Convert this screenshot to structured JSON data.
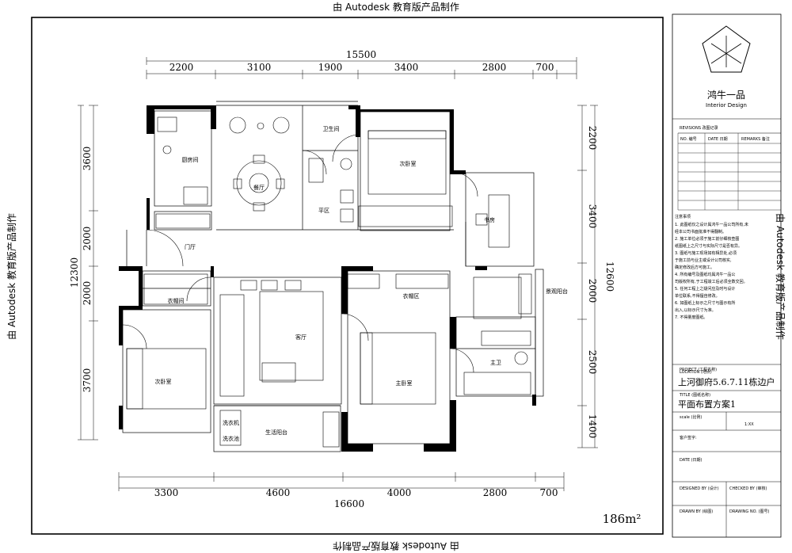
{
  "watermark": "由 Autodesk 教育版产品制作",
  "dimensions": {
    "top_total": "15500",
    "top": [
      "2200",
      "3100",
      "1900",
      "3400",
      "2800",
      "700"
    ],
    "bottom_total": "16600",
    "bottom": [
      "3300",
      "4600",
      "4000",
      "2800",
      "700"
    ],
    "left_total": "12300",
    "left": [
      "3600",
      "2000",
      "2000",
      "3700"
    ],
    "right_total": "12600",
    "right": [
      "2200",
      "3400",
      "2000",
      "2500",
      "1400"
    ]
  },
  "rooms": {
    "kitchen": "厨房间",
    "dining": "餐厅",
    "bathroom1": "卫生间",
    "bedroom_ne": "次卧室",
    "study": "书房",
    "platform": "平区",
    "foyer": "门厅",
    "cloakroom_w": "衣帽间",
    "bedroom_sw": "次卧室",
    "living": "客厅",
    "balcony": "生活阳台",
    "wardrobe_area": "衣帽区",
    "master": "主卧室",
    "master_bath": "主卫",
    "view_balcony": "景观阳台",
    "laundry1": "洗衣机",
    "laundry2": "洗衣池"
  },
  "area": "186m²",
  "title_block": {
    "company": "鸿牛一品",
    "company_en": "Interior Design",
    "revisions_header": "REVISIONS 改图记录",
    "rev_cols": [
      "NO. 编号",
      "DATE 日期",
      "REMARKS 备注"
    ],
    "notes_header": "注意事项",
    "notes": [
      "1. 此图纸仅之设计属鸿牛一品公司所有,未",
      "经本公司书面批准不得翻制。",
      "2. 施工单位必须于施工前仔细核查图",
      "纸图纸上之尺寸与实际尺寸是否有异。",
      "3. 图纸与施工现场如有相异处,必须",
      "于施工前与业主或设计公司核实,",
      "确定修改后方可施工。",
      "4. 所有编号及图纸均属鸿牛一品公",
      "司版权所有,于工程竣工后必须全数交回。",
      "5. 任何工程上之疑问应及时与设计",
      "单位联系,不得擅自修改。",
      "6. 如图纸上标示之尺寸与图示有所",
      "出入,以标示尺寸为准。",
      "7. 不得量度图纸。"
    ],
    "project_label": "PROJECT (工程名称)",
    "location_label": "LOCATION (地点)",
    "location": "上河御府5.6.7.11栋边户",
    "title_label": "TITLE (图纸名称)",
    "title": "平面布置方案1",
    "scale_label": "scale (比例)",
    "scale": "1:XX",
    "client_label": "客户签字:",
    "date_label": "DATE (日期)",
    "designed_label": "DESIGNED BY (设计)",
    "checked_label": "CHECKED BY (审核)",
    "drawn_label": "DRAWN BY (绘图)",
    "drawing_no_label": "DRAWING NO. (图号)"
  }
}
